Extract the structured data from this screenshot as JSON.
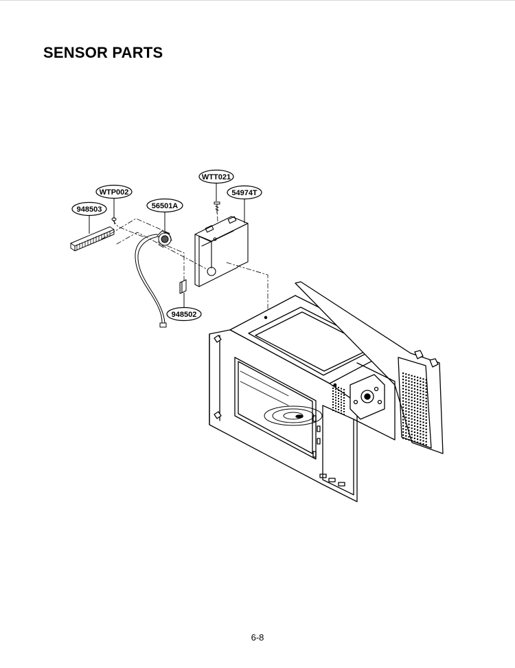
{
  "page": {
    "title": "SENSOR PARTS",
    "page_number": "6-8"
  },
  "callouts": {
    "wtp002": "WTP002",
    "p948503": "948503",
    "p56501a": "56501A",
    "wtt021": "WTT021",
    "p54974t": "54974T",
    "p948502": "948502"
  }
}
